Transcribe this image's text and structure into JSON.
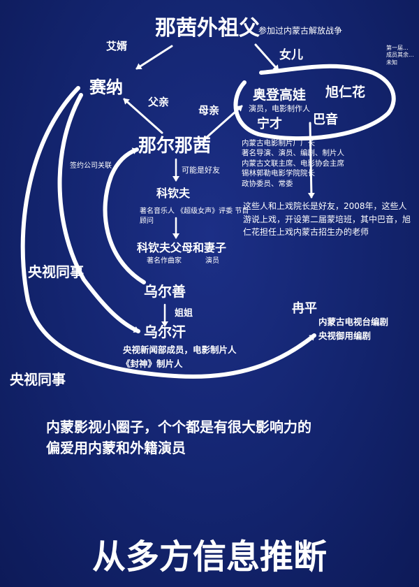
{
  "nodes": {
    "grandfather": "那茜外祖父",
    "grandfather_note": "参加过内蒙古解放战争",
    "sainai": "赛纳",
    "naernaxi": "那尔那茜",
    "audeng": "奥登高娃",
    "audeng_note": "演员，电影制作人",
    "xurenhua": "旭仁花",
    "ningcai": "宁才",
    "bayin": "巴音",
    "keqinfu": "科钦夫",
    "keqinfu_note": "著名音乐人 《超级女声》评委 节目顾问",
    "keqinfu_parents": "科钦夫父母和妻子",
    "keqinfu_parents_note_1": "著名作曲家",
    "keqinfu_parents_note_2": "演员",
    "wuershan": "乌尔善",
    "wuergan": "乌尔汗",
    "wuergan_note_1": "央视新闻部成员，电影制片人",
    "wuergan_note_2": "《封神》制片人",
    "ranping": "冉平",
    "ranping_note_1": "内蒙古电视台编剧",
    "ranping_note_2": "央视御用编剧",
    "corner_note": "第一届...\n成员其余...\n未知"
  },
  "edges": {
    "son_in_law": "艾婿",
    "daughter": "女儿",
    "father": "父亲",
    "mother": "母亲",
    "company": "签约公司关联",
    "friend": "可能是好友",
    "sister": "姐姐",
    "cctv_colleague_1": "央视同事",
    "cctv_colleague_2": "央视同事"
  },
  "notes": {
    "mother_roles": "内蒙古电影制片厂厂长\n著名导演、演员、编剧、制片人\n内蒙古文联主席、电影协会主席\n锡林郭勒电影学院院长\n政协委员、常委",
    "school_note": "这些人和上戏院长是好友，2008年，这些人\n游说上戏，开设第二届蒙培班，其中巴音，旭\n仁花担任上戏内蒙古招生办的老师",
    "summary_1": "内蒙影视小圈子，个个都是有很大影响力的",
    "summary_2": "偏爱用内蒙和外籍演员",
    "bottom_title": "从多方信息推断"
  }
}
